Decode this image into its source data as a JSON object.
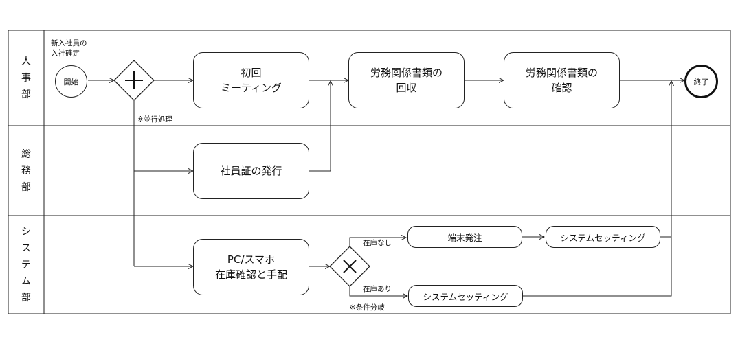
{
  "lanes": [
    {
      "label": "人事部"
    },
    {
      "label": "総務部"
    },
    {
      "label": "システム部"
    }
  ],
  "events": {
    "start": "開始",
    "end": "終了"
  },
  "tasks": {
    "first_meeting": "初回\nミーティング",
    "collect_docs": "労務関係書類の\n回収",
    "confirm_docs": "労務関係書類の\n確認",
    "issue_id": "社員証の発行",
    "pc_stock": "PC/スマホ\n在庫確認と手配",
    "order_device": "端末発注",
    "system_setting_1": "システムセッティング",
    "system_setting_2": "システムセッティング"
  },
  "notes": {
    "trigger": "新入社員の\n入社確定",
    "parallel": "※並行処理",
    "conditional": "※条件分岐",
    "no_stock": "在庫なし",
    "in_stock": "在庫あり"
  }
}
